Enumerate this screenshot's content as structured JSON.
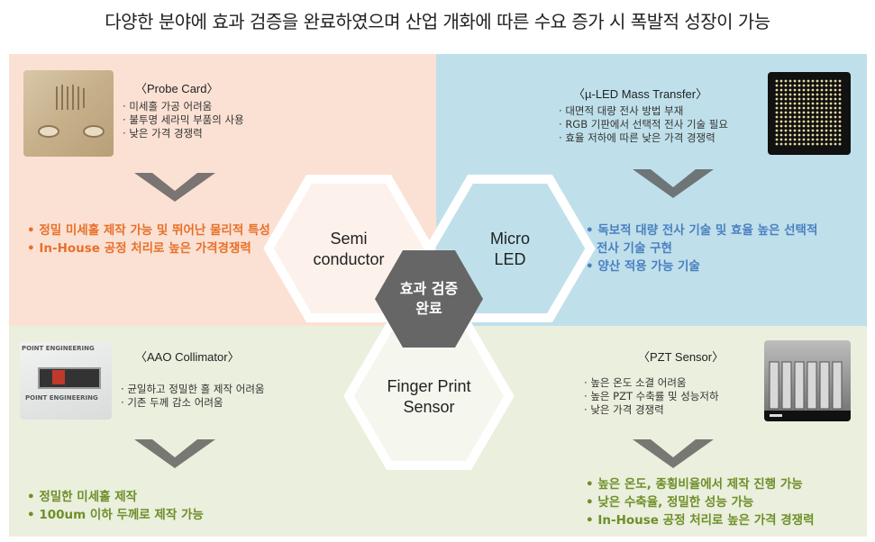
{
  "title": "다양한 분야에 효과 검증을 완료하였으며 산업 개화에 따른 수요 증가 시 폭발적 성장이 가능",
  "colors": {
    "orange": "#e8702a",
    "blue": "#4a7fc1",
    "green": "#6e8f2a"
  },
  "panels": {
    "probe_card": {
      "title": "〈Probe Card〉",
      "issues": [
        "미세홀 가공 어려움",
        "불투명 세라믹 부품의 사용",
        "낮은 가격 경쟁력"
      ],
      "results": [
        "정밀 미세홀 제작 가능 및 뛰어난 물리적 특성",
        "In-House 공정 처리로 높은 가격경쟁력"
      ]
    },
    "micro_led": {
      "title": "〈µ-LED Mass Transfer〉",
      "issues": [
        "대면적 대량 전사 방법 부재",
        "RGB 기판에서 선택적 전사 기술 필요",
        "효율 저하에 따른 낮은 가격 경쟁력"
      ],
      "results": [
        "독보적 대량 전사 기술 및 효율 높은 선택적",
        "전사 기술 구현",
        "양산 적용 가능 기술"
      ]
    },
    "aao": {
      "title": "〈AAO Collimator〉",
      "photo_text": [
        "POINT ENGINEERING",
        "POINT ENGINEERING"
      ],
      "issues": [
        "균일하고 정밀한 홀 제작 어려움",
        "기존 두께 감소 어려움"
      ],
      "results": [
        "정밀한 미세홀 제작",
        "100um 이하 두께로 제작 가능"
      ]
    },
    "pzt": {
      "title": "〈PZT Sensor〉",
      "issues": [
        "높은 온도 소결 어려움",
        "높은 PZT 수축률 및 성능저하",
        "낮은 가격 경쟁력"
      ],
      "results": [
        "높은 온도, 종횡비율에서 제작 진행 가능",
        "낮은 수축율, 정밀한 성능 가능",
        "In-House 공정 처리로 높은 가격 경쟁력"
      ]
    }
  },
  "hexagons": {
    "semi": [
      "Semi",
      "conductor"
    ],
    "micro": [
      "Micro",
      "LED"
    ],
    "finger": [
      "Finger Print",
      "Sensor"
    ],
    "center": [
      "효과 검증",
      "완료"
    ]
  }
}
